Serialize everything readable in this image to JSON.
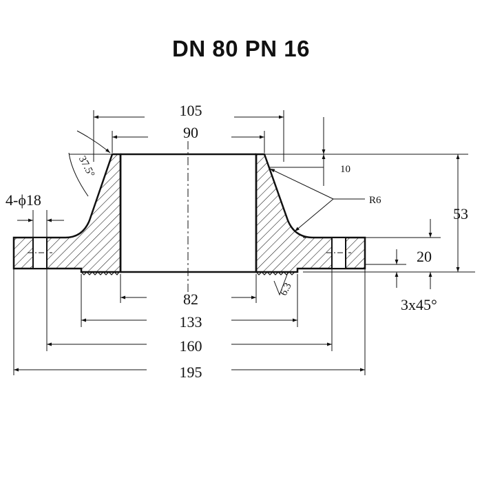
{
  "title": "DN 80 PN 16",
  "dimensions": {
    "top_outer": "105",
    "top_inner": "90",
    "bore": "82",
    "raised_face": "133",
    "bolt_circle": "160",
    "outer": "195",
    "height": "53",
    "flange_thickness": "20",
    "chamfer": "3x45°",
    "neck_step": "10",
    "bolt_holes": "4-ϕ18",
    "fillet_radius": "R6",
    "taper_angle": "37.5°",
    "roughness": "6.3"
  },
  "colors": {
    "line": "#111111",
    "background": "#ffffff"
  }
}
